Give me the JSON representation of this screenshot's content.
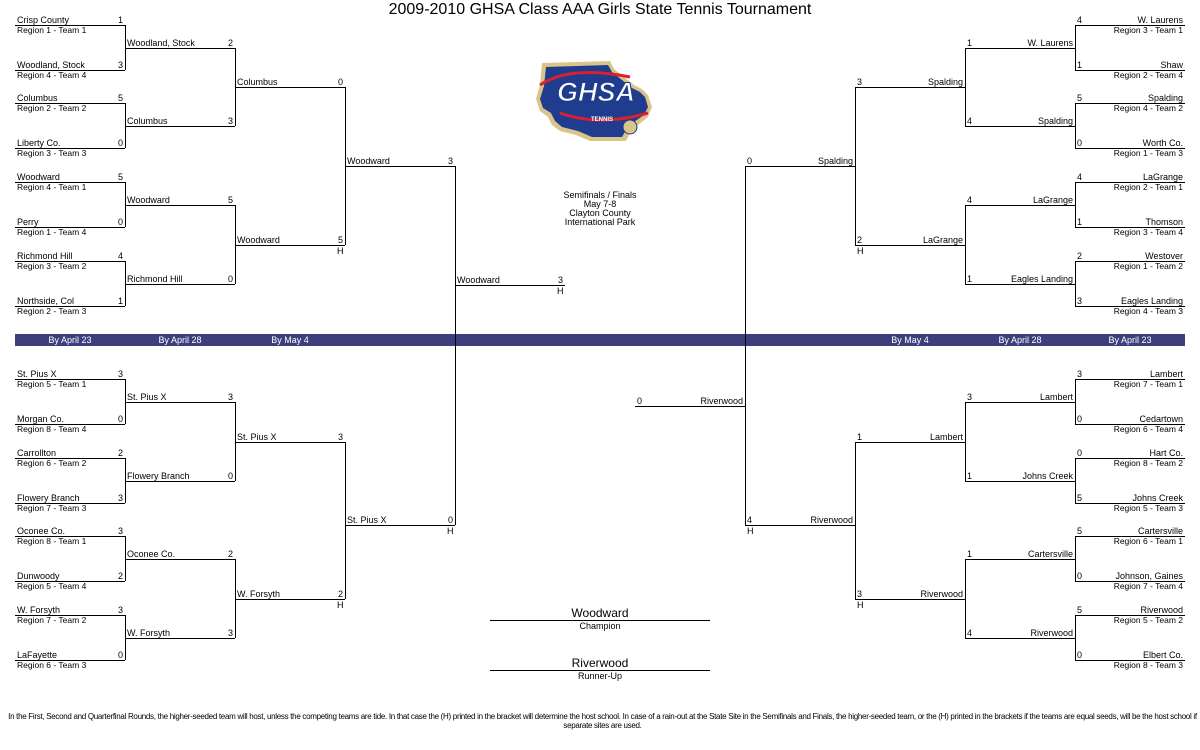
{
  "title": "2009-2010 GHSA Class AAA Girls State Tennis Tournament",
  "logo": {
    "text": "GHSA",
    "subtext": "TENNIS"
  },
  "venue": [
    "Semifinals / Finals",
    "May 7-8",
    "Clayton County",
    "International Park"
  ],
  "banner": {
    "left": [
      "By April 23",
      "By April 28",
      "By May 4"
    ],
    "right": [
      "By May 4",
      "By April 28",
      "By April 23"
    ]
  },
  "colors": {
    "banner": "#3d3f7d",
    "logo_blue": "#1f3c8f",
    "logo_red": "#d62230",
    "logo_gold": "#d9c58a"
  },
  "top_left": {
    "r1": [
      {
        "name": "Crisp County",
        "score": "1",
        "region": "Region 1 - Team 1"
      },
      {
        "name": "Woodland, Stock",
        "score": "3",
        "region": "Region 4 - Team 4"
      },
      {
        "name": "Columbus",
        "score": "5",
        "region": "Region 2 - Team 2"
      },
      {
        "name": "Liberty Co.",
        "score": "0",
        "region": "Region 3 - Team 3"
      },
      {
        "name": "Woodward",
        "score": "5",
        "region": "Region 4 - Team 1"
      },
      {
        "name": "Perry",
        "score": "0",
        "region": "Region 1 - Team 4"
      },
      {
        "name": "Richmond Hill",
        "score": "4",
        "region": "Region 3 - Team 2"
      },
      {
        "name": "Northside, Col",
        "score": "1",
        "region": "Region 2 - Team 3"
      }
    ],
    "r2": [
      {
        "name": "Woodland, Stock",
        "score": "2"
      },
      {
        "name": "Columbus",
        "score": "3"
      },
      {
        "name": "Woodward",
        "score": "5"
      },
      {
        "name": "Richmond Hill",
        "score": "0"
      }
    ],
    "r3": [
      {
        "name": "Columbus",
        "score": "0"
      },
      {
        "name": "Woodward",
        "score": "5",
        "host": "H"
      }
    ],
    "semi": {
      "name": "Woodward",
      "score": "3"
    }
  },
  "bottom_left": {
    "r1": [
      {
        "name": "St. Pius X",
        "score": "3",
        "region": "Region 5 - Team 1"
      },
      {
        "name": "Morgan Co.",
        "score": "0",
        "region": "Region 8 - Team 4"
      },
      {
        "name": "Carrollton",
        "score": "2",
        "region": "Region 6 - Team 2"
      },
      {
        "name": "Flowery Branch",
        "score": "3",
        "region": "Region 7 - Team 3"
      },
      {
        "name": "Oconee Co.",
        "score": "3",
        "region": "Region 8 - Team 1"
      },
      {
        "name": "Dunwoody",
        "score": "2",
        "region": "Region 5 - Team 4"
      },
      {
        "name": "W. Forsyth",
        "score": "3",
        "region": "Region 7 - Team 2"
      },
      {
        "name": "LaFayette",
        "score": "0",
        "region": "Region 6 - Team 3"
      }
    ],
    "r2": [
      {
        "name": "St. Pius X",
        "score": "3"
      },
      {
        "name": "Flowery Branch",
        "score": "0"
      },
      {
        "name": "Oconee Co.",
        "score": "2"
      },
      {
        "name": "W. Forsyth",
        "score": "3"
      }
    ],
    "r3": [
      {
        "name": "St. Pius X",
        "score": "3"
      },
      {
        "name": "W. Forsyth",
        "score": "2",
        "host": "H"
      }
    ],
    "semi": {
      "name": "St. Pius X",
      "score": "0",
      "host": "H"
    }
  },
  "top_right": {
    "r1": [
      {
        "name": "W. Laurens",
        "score": "4",
        "region": "Region 3 - Team 1"
      },
      {
        "name": "Shaw",
        "score": "1",
        "region": "Region 2 - Team 4"
      },
      {
        "name": "Spalding",
        "score": "5",
        "region": "Region 4 - Team 2"
      },
      {
        "name": "Worth Co.",
        "score": "0",
        "region": "Region 1 - Team 3"
      },
      {
        "name": "LaGrange",
        "score": "4",
        "region": "Region 2 - Team 1"
      },
      {
        "name": "Thomson",
        "score": "1",
        "region": "Region 3 - Team 4"
      },
      {
        "name": "Westover",
        "score": "2",
        "region": "Region 1 - Team 2"
      },
      {
        "name": "Eagles Landing",
        "score": "3",
        "region": "Region 4 - Team 3"
      }
    ],
    "r2": [
      {
        "name": "W. Laurens",
        "score": "1"
      },
      {
        "name": "Spalding",
        "score": "4"
      },
      {
        "name": "LaGrange",
        "score": "4"
      },
      {
        "name": "Eagles Landing",
        "score": "1"
      }
    ],
    "r3": [
      {
        "name": "Spalding",
        "score": "3"
      },
      {
        "name": "LaGrange",
        "score": "2",
        "host": "H"
      }
    ],
    "semi": {
      "name": "Spalding",
      "score": "0"
    }
  },
  "bottom_right": {
    "r1": [
      {
        "name": "Lambert",
        "score": "3",
        "region": "Region 7 - Team 1"
      },
      {
        "name": "Cedartown",
        "score": "0",
        "region": "Region 6 - Team 4"
      },
      {
        "name": "Hart Co.",
        "score": "0",
        "region": "Region 8 - Team 2"
      },
      {
        "name": "Johns Creek",
        "score": "5",
        "region": "Region 5 - Team 3"
      },
      {
        "name": "Cartersville",
        "score": "5",
        "region": "Region 6 - Team 1"
      },
      {
        "name": "Johnson, Gaines",
        "score": "0",
        "region": "Region 7 - Team 4"
      },
      {
        "name": "Riverwood",
        "score": "5",
        "region": "Region 5 - Team 2"
      },
      {
        "name": "Elbert Co.",
        "score": "0",
        "region": "Region 8 - Team 3"
      }
    ],
    "r2": [
      {
        "name": "Lambert",
        "score": "3"
      },
      {
        "name": "Johns Creek",
        "score": "1"
      },
      {
        "name": "Cartersville",
        "score": "1"
      },
      {
        "name": "Riverwood",
        "score": "4"
      }
    ],
    "r3": [
      {
        "name": "Lambert",
        "score": "1"
      },
      {
        "name": "Riverwood",
        "score": "3",
        "host": "H"
      }
    ],
    "semi": {
      "name": "Riverwood",
      "score": "4",
      "host": "H"
    }
  },
  "final": {
    "left": {
      "name": "Woodward",
      "score": "3",
      "host": "H"
    },
    "right": {
      "name": "Riverwood",
      "score": "0"
    }
  },
  "results": {
    "champion": {
      "name": "Woodward",
      "label": "Champion"
    },
    "runner_up": {
      "name": "Riverwood",
      "label": "Runner-Up"
    }
  },
  "footnote": "In the First, Second and Quarterfinal Rounds, the higher-seeded team will host, unless the competing teams are tide.  In that case the (H) printed in the bracket will determine the host school.  In case of a rain-out at the State Site in the Semifinals and Finals, the higher-seeded team, or the (H) printed in the brackets if the teams are equal seeds, will be the host school if separate sites are used."
}
